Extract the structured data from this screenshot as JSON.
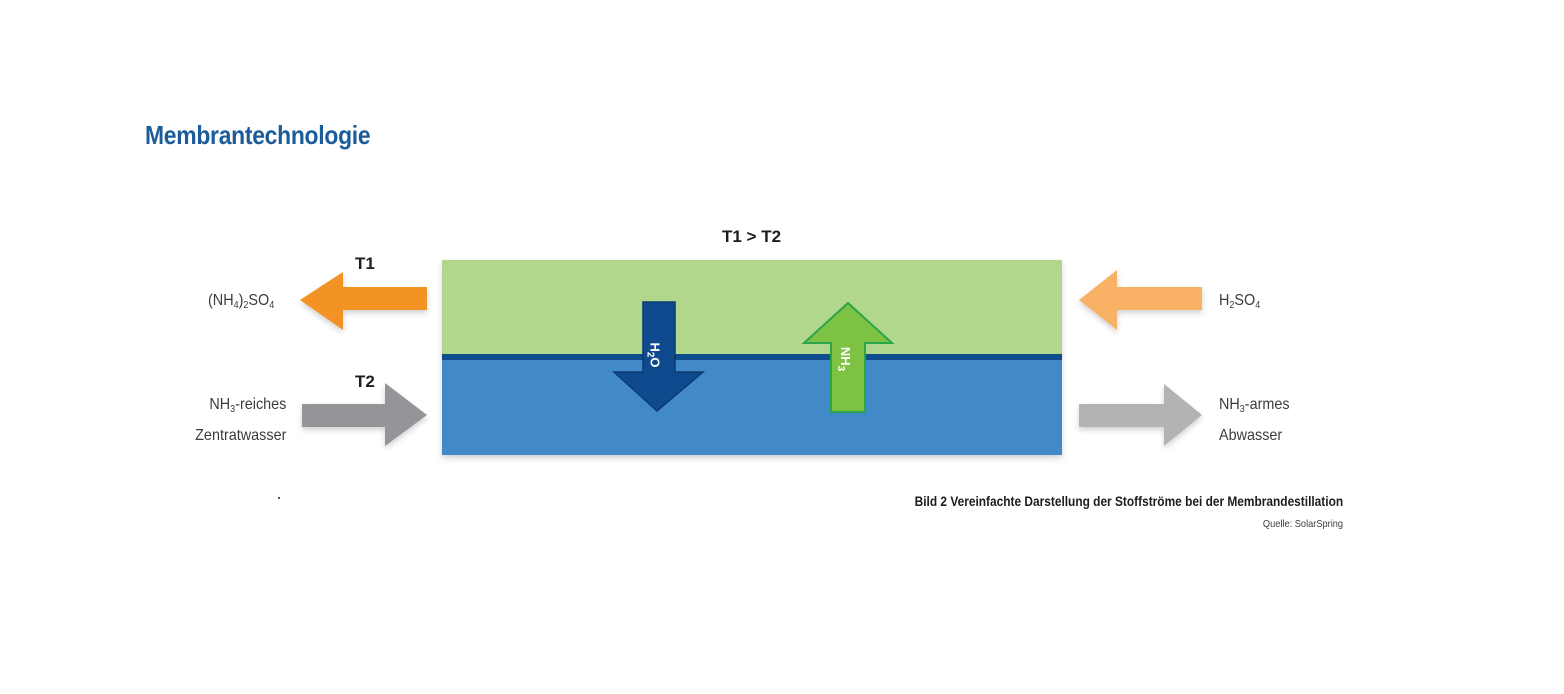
{
  "title": "Membrantechnologie",
  "diagram": {
    "temperature_relation": "T1 > T2",
    "t1_label": "T1",
    "t2_label": "T2",
    "left_top": {
      "prefix": "(NH",
      "sub1": "4",
      "mid": ")",
      "sub2": "2",
      "rest": "SO",
      "sub3": "4"
    },
    "left_bottom": {
      "line1_prefix": "NH",
      "line1_sub": "3",
      "line1_rest": "-reiches",
      "line2": "Zentratwasser"
    },
    "right_top": {
      "prefix": "H",
      "sub1": "2",
      "rest": "SO",
      "sub2": "4"
    },
    "right_bottom": {
      "line1_prefix": "NH",
      "line1_sub": "3",
      "line1_rest": "-armes",
      "line2": "Abwasser"
    },
    "h2o_arrow": {
      "prefix": "H",
      "sub": "2",
      "rest": "O"
    },
    "nh3_arrow": {
      "prefix": "NH",
      "sub": "3"
    },
    "colors": {
      "feed_top": "#b1d78d",
      "membrane": "#0b4e8c",
      "feed_bottom": "#4389c8",
      "orange": "#f39325",
      "orange_light": "#f8b165",
      "gray": "#939598",
      "gray_light": "#b2b3b5",
      "h2o": "#0e4a8d",
      "nh3": "#7dc242"
    }
  },
  "caption": "Bild 2 Vereinfachte Darstellung der Stoffströme bei der Membrandestillation",
  "source": "Quelle: SolarSpring"
}
